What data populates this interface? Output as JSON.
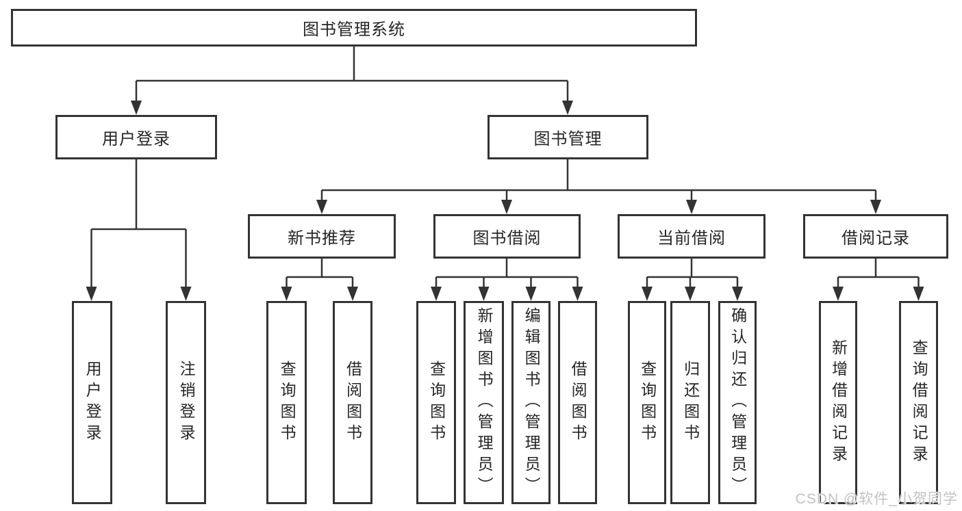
{
  "diagram": {
    "root": {
      "label": "图书管理系统"
    },
    "branches": [
      {
        "label": "用户登录",
        "children": [
          {
            "label": "用户登录"
          },
          {
            "label": "注销登录"
          }
        ]
      },
      {
        "label": "图书管理",
        "children": [
          {
            "label": "新书推荐",
            "children": [
              {
                "label": "查询图书"
              },
              {
                "label": "借阅图书"
              }
            ]
          },
          {
            "label": "图书借阅",
            "children": [
              {
                "label": "查询图书"
              },
              {
                "label": "新增图书（管理员）"
              },
              {
                "label": "编辑图书（管理员）"
              },
              {
                "label": "借阅图书"
              }
            ]
          },
          {
            "label": "当前借阅",
            "children": [
              {
                "label": "查询图书"
              },
              {
                "label": "归还图书"
              },
              {
                "label": "确认归还（管理员）"
              }
            ]
          },
          {
            "label": "借阅记录",
            "children": [
              {
                "label": "新增借阅记录"
              },
              {
                "label": "查询借阅记录"
              }
            ]
          }
        ]
      }
    ]
  },
  "watermark": {
    "text": "CSDN @软件_小贺同学"
  },
  "colors": {
    "border": "#333333",
    "line": "#333333",
    "text": "#262626",
    "background": "#ffffff",
    "watermark": "#c2c2c2"
  }
}
